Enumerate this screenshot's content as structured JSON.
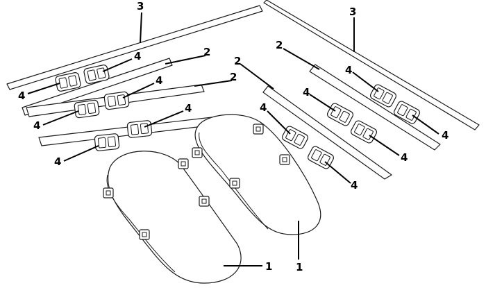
{
  "labels": {
    "sole": "1",
    "short_strap": "2",
    "long_strap": "3",
    "buckle": "4"
  },
  "colors": {
    "stroke": "#1a1a1a",
    "fill": "#ffffff",
    "text": "#000000"
  }
}
